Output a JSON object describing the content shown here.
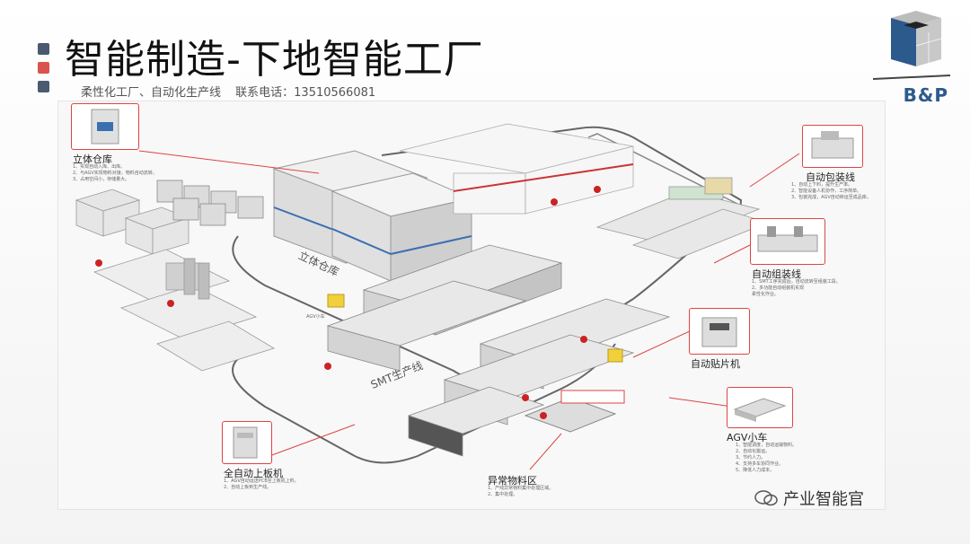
{
  "slide": {
    "title": "智能制造-下地智能工厂",
    "subtitle_a": "柔性化工厂、自动化生产线",
    "subtitle_b": "联系电话：13510566081",
    "bullet_colors": [
      "#4a5a70",
      "#d9534f",
      "#4a5a70"
    ]
  },
  "logo": {
    "text": "B&P"
  },
  "diagram": {
    "callouts": {
      "warehouse": {
        "label": "立体仓库",
        "notes": [
          "1、实现自动入库、出库。",
          "2、与AGV实现物料对接，物料自动流转。",
          "3、占用空间小，存储量大。"
        ]
      },
      "packing": {
        "label": "自动包装线",
        "notes": [
          "1、自动上下料，提升生产率。",
          "2、智能设备人机协作，工序简单。",
          "3、包装完成，AGV自动转运至成品库。"
        ]
      },
      "assembly": {
        "label": "自动组装线",
        "notes": [
          "1、SMT工序完成后，自动流转至组装工段。",
          "2、多功能自动组装机实现",
          "柔性化作业。"
        ]
      },
      "placer": {
        "label": "自动贴片机"
      },
      "agv": {
        "label": "AGV小车",
        "notes": [
          "1、智能调度，自动运输物料。",
          "2、自动化搬运。",
          "3、节约人力。",
          "4、支持多车协同作业。",
          "5、降低人力成本。"
        ]
      },
      "loader": {
        "label": "全自动上板机",
        "notes": [
          "1、AGV自动运送PCB至上板机上料。",
          "2、自动上板到生产线。"
        ]
      },
      "abnormal": {
        "label": "异常物料区",
        "notes": [
          "1、产线异常物料集中处理区域。",
          "2、集中处理。"
        ]
      }
    },
    "floor_labels": {
      "warehouse": "立体仓库",
      "smt": "SMT生产线",
      "agv_small": "AGV小车"
    }
  },
  "watermark": {
    "text": "产业智能官"
  }
}
